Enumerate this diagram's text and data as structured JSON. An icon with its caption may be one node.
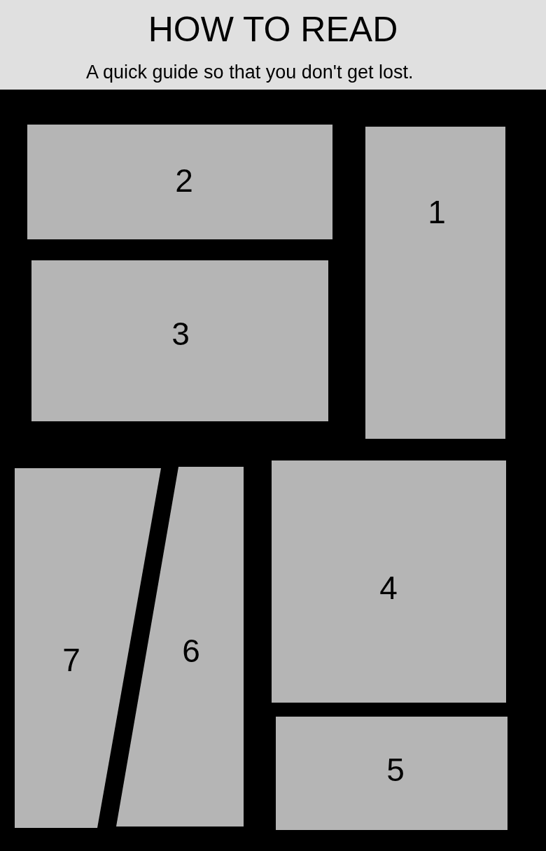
{
  "diagram": {
    "title": "HOW TO READ",
    "nodes": [
      {
        "text": [
          "1"
        ]
      },
      {
        "text": [
          "2"
        ]
      },
      {
        "text": [
          "3"
        ]
      },
      {
        "text": [
          "4"
        ]
      },
      {
        "text": [
          "5"
        ]
      },
      {
        "text": [
          "6"
        ]
      },
      {
        "text": [
          "7"
        ]
      }
    ],
    "labels": [
      "A quick guide so that you don't get lost."
    ]
  }
}
